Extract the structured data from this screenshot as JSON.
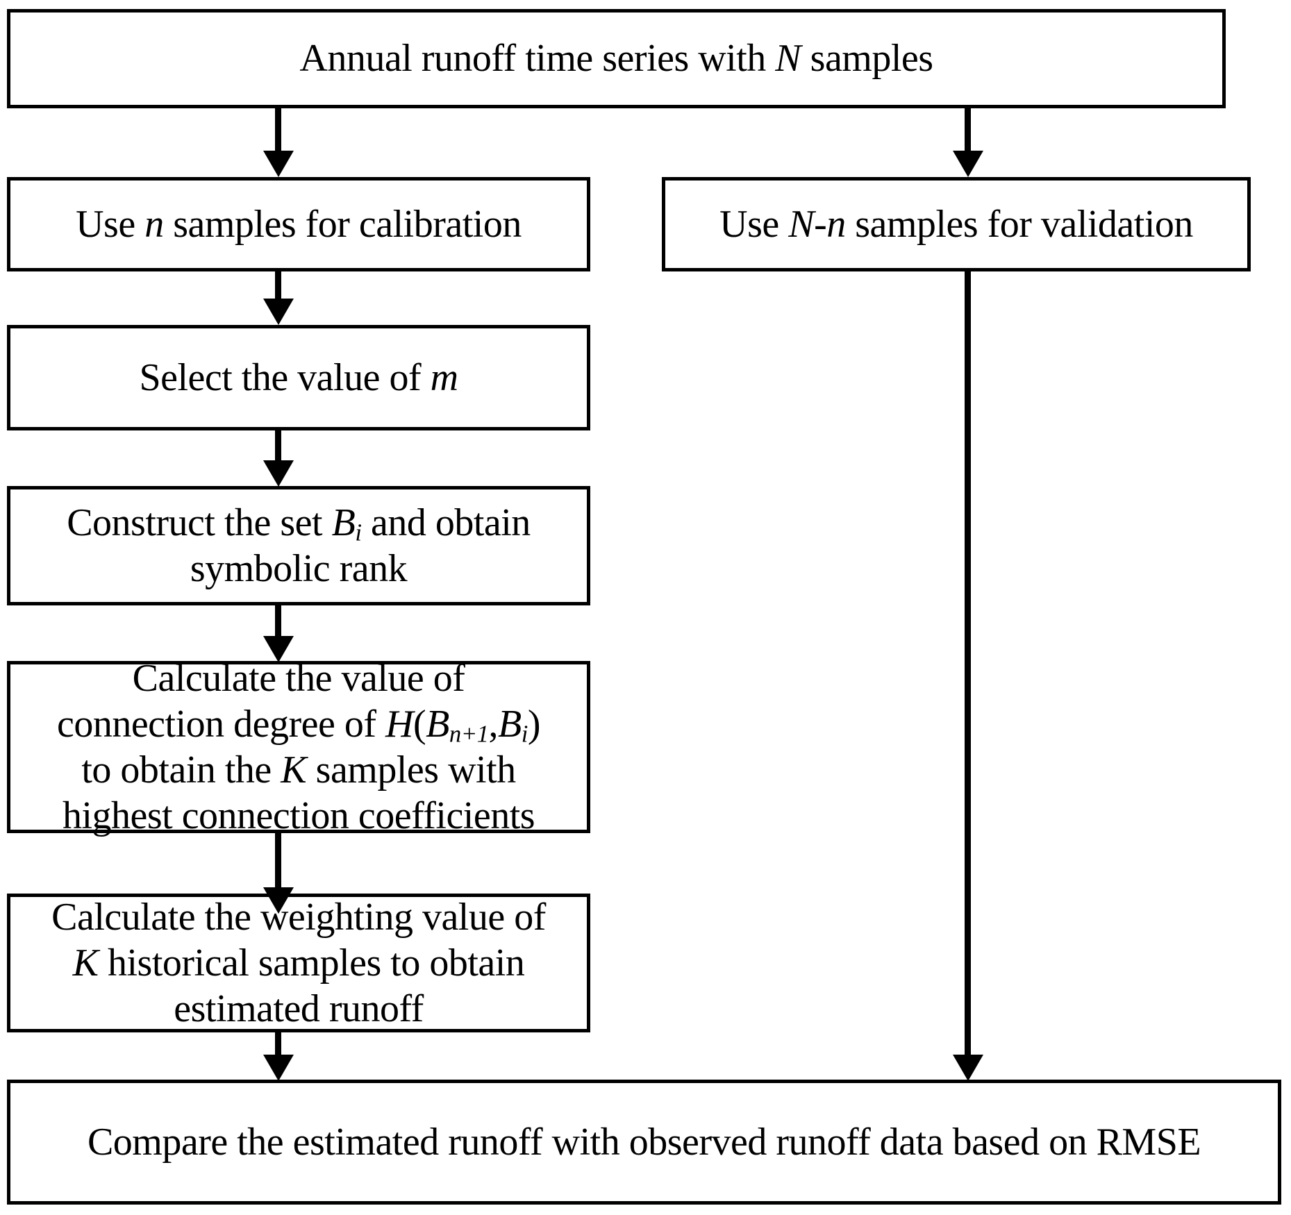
{
  "diagram": {
    "title": "Flowchart of the runoff estimation methodology",
    "colors": {
      "background": "#ffffff",
      "stroke": "#000000",
      "fill": "#ffffff"
    },
    "nodes": {
      "source": {
        "id": "source",
        "label": "Annual runoff time series with N samples",
        "lines": [
          {
            "segments": [
              {
                "text": "Annual runoff time series with ",
                "style": "normal"
              },
              {
                "text": "N",
                "style": "italic"
              },
              {
                "text": " samples",
                "style": "normal"
              }
            ]
          }
        ]
      },
      "calibration": {
        "id": "calibration",
        "label": "Use n samples for calibration",
        "lines": [
          {
            "segments": [
              {
                "text": "Use ",
                "style": "normal"
              },
              {
                "text": "n",
                "style": "italic"
              },
              {
                "text": " samples for calibration",
                "style": "normal"
              }
            ]
          }
        ]
      },
      "validation": {
        "id": "validation",
        "label": "Use N-n samples for validation",
        "lines": [
          {
            "segments": [
              {
                "text": "Use ",
                "style": "normal"
              },
              {
                "text": "N-n",
                "style": "italic"
              },
              {
                "text": " samples for validation",
                "style": "normal"
              }
            ]
          }
        ]
      },
      "select_m": {
        "id": "select-m",
        "label": "Select the value of m",
        "lines": [
          {
            "segments": [
              {
                "text": "Select the value of ",
                "style": "normal"
              },
              {
                "text": "m",
                "style": "italic"
              }
            ]
          }
        ]
      },
      "construct": {
        "id": "construct",
        "label": "Construct the set Bi and obtain symbolic rank",
        "lines": [
          {
            "segments": [
              {
                "text": "Construct the set ",
                "style": "normal"
              },
              {
                "text": "B",
                "style": "italic",
                "sub": "i"
              },
              {
                "text": " and obtain",
                "style": "normal"
              }
            ]
          },
          {
            "segments": [
              {
                "text": "symbolic rank",
                "style": "normal"
              }
            ]
          }
        ]
      },
      "connection": {
        "id": "connection",
        "label": "Calculate the value of connection degree of H(Bn+1,Bi) to obtain the K samples with highest connection coefficients",
        "lines": [
          {
            "segments": [
              {
                "text": "Calculate the value of",
                "style": "normal"
              }
            ]
          },
          {
            "segments": [
              {
                "text": "connection degree of ",
                "style": "normal"
              },
              {
                "text": "H",
                "style": "italic"
              },
              {
                "text": "(",
                "style": "normal"
              },
              {
                "text": "B",
                "style": "italic",
                "sub": "n+1"
              },
              {
                "text": ",",
                "style": "normal"
              },
              {
                "text": "B",
                "style": "italic",
                "sub": "i"
              },
              {
                "text": ")",
                "style": "normal"
              }
            ]
          },
          {
            "segments": [
              {
                "text": "to  obtain the ",
                "style": "normal"
              },
              {
                "text": "K",
                "style": "italic"
              },
              {
                "text": " samples with",
                "style": "normal"
              }
            ]
          },
          {
            "segments": [
              {
                "text": "highest connection coefficients",
                "style": "normal"
              }
            ]
          }
        ]
      },
      "weighting": {
        "id": "weighting",
        "label": "Calculate the weighting value of K historical samples to obtain estimated runoff",
        "lines": [
          {
            "segments": [
              {
                "text": "Calculate the weighting value of",
                "style": "normal"
              }
            ]
          },
          {
            "segments": [
              {
                "text": "K",
                "style": "italic"
              },
              {
                "text": " historical samples to  obtain",
                "style": "normal"
              }
            ]
          },
          {
            "segments": [
              {
                "text": "estimated runoff",
                "style": "normal"
              }
            ]
          }
        ]
      },
      "compare": {
        "id": "compare",
        "label": "Compare the estimated runoff with observed runoff data based on RMSE",
        "lines": [
          {
            "segments": [
              {
                "text": "Compare the estimated runoff with observed runoff data based on RMSE",
                "style": "normal"
              }
            ]
          }
        ]
      }
    },
    "connectors": [
      {
        "id": "conn1",
        "from": "source",
        "to": "calibration",
        "direction": "down"
      },
      {
        "id": "conn-r1",
        "from": "source",
        "to": "validation",
        "direction": "down"
      },
      {
        "id": "conn2",
        "from": "calibration",
        "to": "select-m",
        "direction": "down"
      },
      {
        "id": "conn3",
        "from": "select-m",
        "to": "construct",
        "direction": "down"
      },
      {
        "id": "conn4",
        "from": "construct",
        "to": "connection",
        "direction": "down"
      },
      {
        "id": "conn5",
        "from": "connection",
        "to": "weighting",
        "direction": "down"
      },
      {
        "id": "conn6",
        "from": "weighting",
        "to": "compare",
        "direction": "down"
      },
      {
        "id": "conn-r2",
        "from": "validation",
        "to": "compare",
        "direction": "down"
      }
    ]
  }
}
